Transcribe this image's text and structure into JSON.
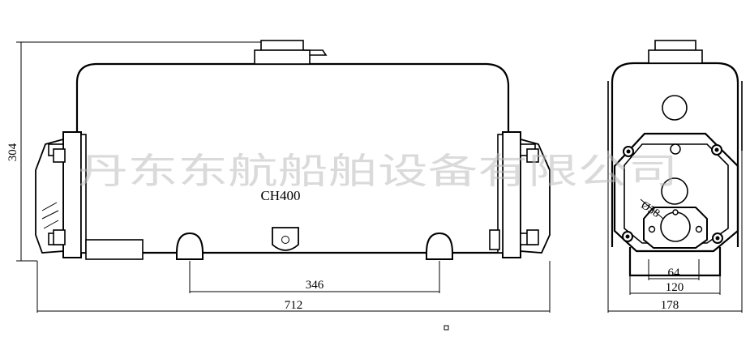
{
  "dimensions": {
    "height": "304",
    "bolt_spacing": "346",
    "overall_length": "712",
    "pipe_dia": "Ø38",
    "width_64": "64",
    "width_120": "120",
    "width_178": "178"
  },
  "model_label": "CH400",
  "watermark": "丹东东航船舶设备有限公司"
}
